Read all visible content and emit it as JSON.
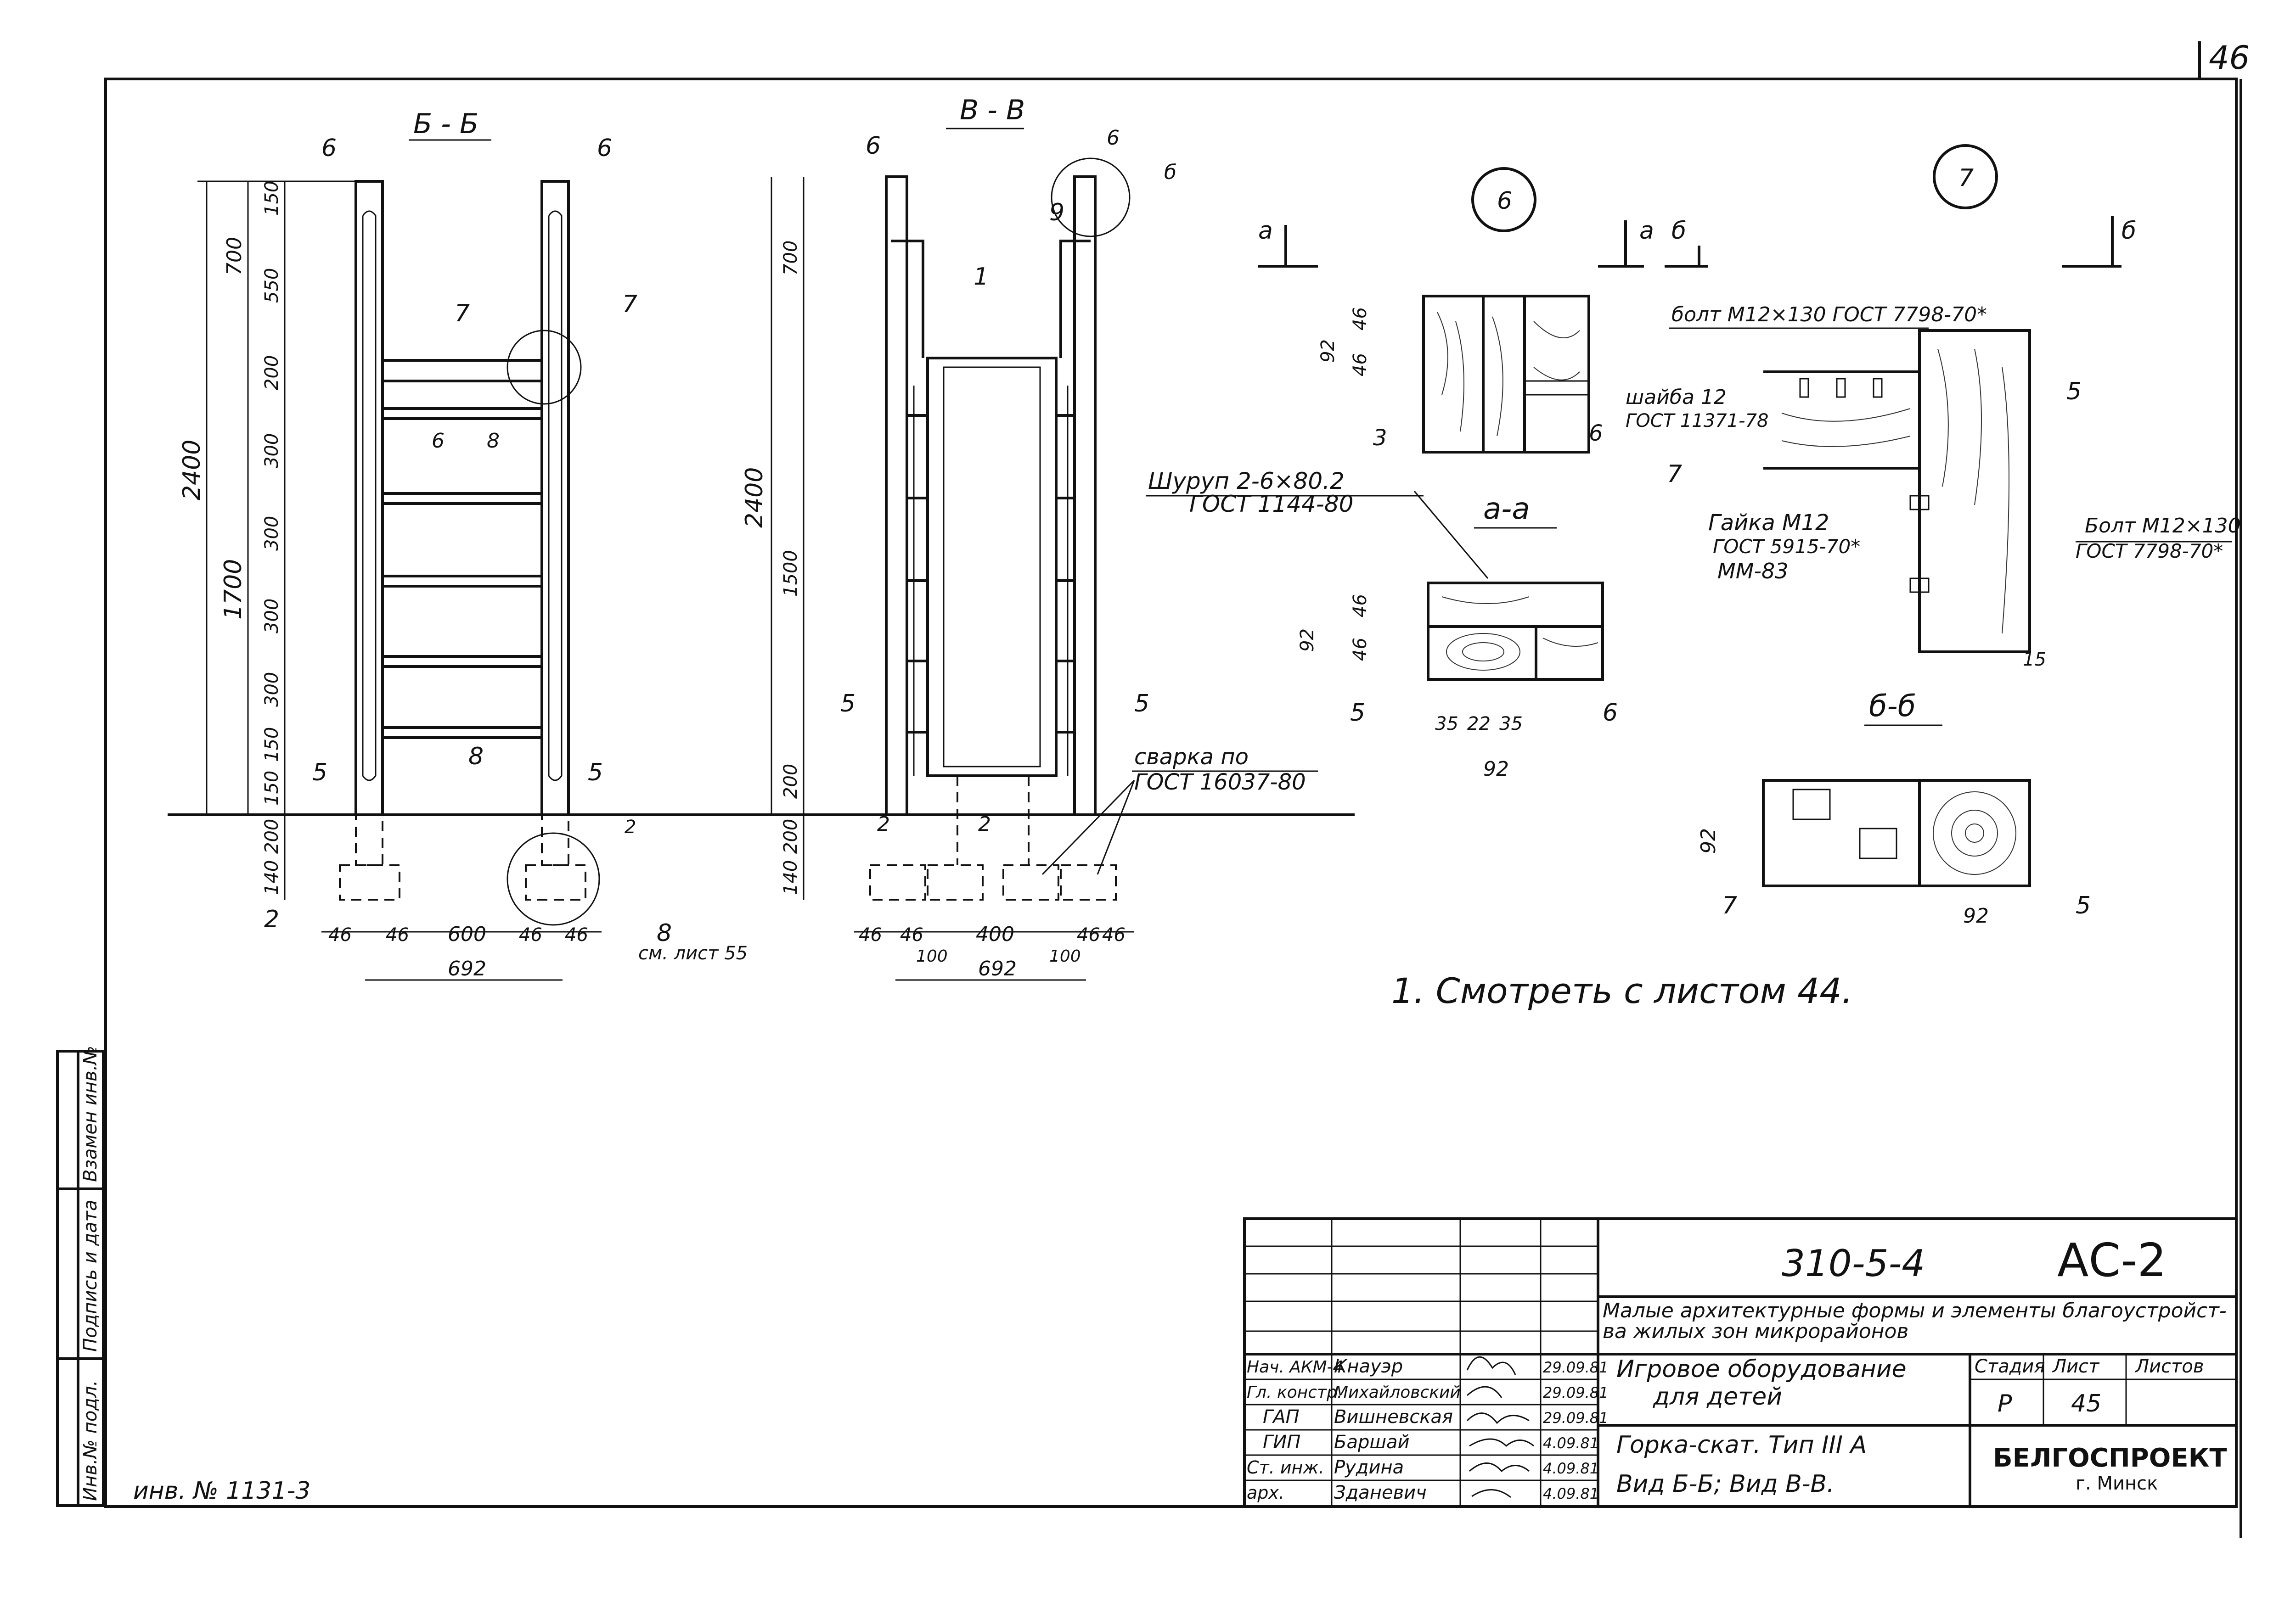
{
  "sheet_number_corner": "46",
  "view_bb": {
    "title": "Б - Б",
    "pos_labels": [
      "6",
      "6",
      "7",
      "7",
      "6",
      "8",
      "5",
      "5",
      "8",
      "2",
      "2",
      "8"
    ],
    "ref_note": "см. лист 55",
    "dims_vertical": [
      "2400",
      "700",
      "1700",
      "150",
      "550",
      "200",
      "300",
      "300",
      "300",
      "300",
      "150",
      "150",
      "200",
      "140"
    ],
    "dims_horizontal": [
      "46",
      "46",
      "600",
      "46",
      "46",
      "692"
    ]
  },
  "view_vv": {
    "title": "В - В",
    "pos_labels": [
      "6",
      "6",
      "б",
      "9",
      "1",
      "5",
      "5",
      "2",
      "2"
    ],
    "weld_note_1": "сварка по",
    "weld_note_2": "ГОСТ 16037-80",
    "dims_vertical": [
      "2400",
      "700",
      "1500",
      "200",
      "200",
      "140"
    ],
    "dims_horizontal": [
      "46",
      "46",
      "400",
      "46",
      "46",
      "100",
      "100",
      "692"
    ]
  },
  "node6": {
    "number": "6",
    "cut_a": "а",
    "cut_b": "б",
    "dims": [
      "92",
      "46",
      "46"
    ],
    "pos_labels": [
      "3",
      "6"
    ],
    "screw_1": "Шуруп 2-6×80.2",
    "screw_2": "ГОСТ 1144-80",
    "section_aa": "а-а",
    "aa_dims": [
      "92",
      "46",
      "46",
      "35",
      "22",
      "35",
      "92"
    ],
    "aa_labels": [
      "5",
      "6"
    ]
  },
  "node7": {
    "number": "7",
    "cut_b": "б",
    "bolt_top_1": "болт М12×130 ГОСТ 7798-70*",
    "washer_1": "шайба 12",
    "washer_2": "ГОСТ 11371-78",
    "nut_1": "Гайка М12",
    "nut_2": "ГОСТ 5915-70*",
    "nut_3": "ММ-83",
    "bolt_right_1": "Болт М12×130",
    "bolt_right_2": "ГОСТ 7798-70*",
    "pos_labels": [
      "5",
      "7"
    ],
    "dim_15": "15",
    "section_bb": "б-б",
    "bb_dims": [
      "92",
      "92"
    ],
    "bb_labels": [
      "7",
      "5"
    ]
  },
  "note": "1. Смотреть с листом 44.",
  "left_strip": {
    "col1": "Взамен инв.№",
    "col2": "Подпись и дата",
    "col3": "Инв.№ подл."
  },
  "inv_number": "инв. № 1131-3",
  "title_block": {
    "doc_code": "310-5-4",
    "sheet_code": "АС-2",
    "project_1": "Малые архитектурные формы и элементы благоустройст-",
    "project_2": "ва жилых зон микрорайонов",
    "object_1": "Игровое оборудование",
    "object_2": "для детей",
    "drawing_1": "Горка-скат. Тип III А",
    "drawing_2": "Вид Б-Б; Вид В-В.",
    "stage_label": "Стадия",
    "sheet_label": "Лист",
    "sheets_label": "Листов",
    "stage": "Р",
    "sheet": "45",
    "org": "БЕЛГОСПРОЕКТ",
    "city": "г. Минск",
    "people": [
      {
        "role": "Нач. АКМ-4",
        "name": "Кнауэр",
        "date": "29.09.81"
      },
      {
        "role": "Гл. констр.",
        "name": "Михайловский",
        "date": "29.09.81"
      },
      {
        "role": "ГАП",
        "name": "Вишневская",
        "date": "29.09.81"
      },
      {
        "role": "ГИП",
        "name": "Баршай",
        "date": "4.09.81"
      },
      {
        "role": "Ст. инж.",
        "name": "Рудина",
        "date": "4.09.81"
      },
      {
        "role": "арх.",
        "name": "Зданевич",
        "date": "4.09.81"
      }
    ]
  }
}
